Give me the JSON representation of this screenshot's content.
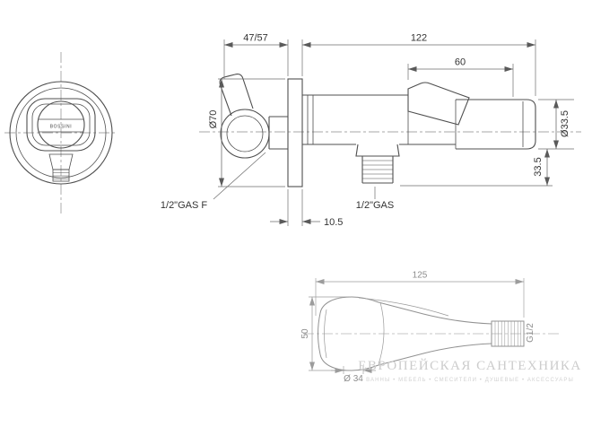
{
  "colors": {
    "ink_primary": "#4f4f4f",
    "ink_secondary": "#929292",
    "watermark": "#cccccc",
    "background": "#ffffff"
  },
  "drawing": {
    "brand": "BOSSINI",
    "side_view": {
      "dim_depth": "47/57",
      "dim_total_length": "122",
      "dim_holder_length": "60",
      "dim_plate_diameter": "Ø70",
      "dim_holder_cup_diameter": "Ø33.5",
      "dim_outlet_offset": "33.5",
      "dim_plate_thickness": "10.5",
      "label_inlet_thread": "1/2\"GAS F",
      "label_outlet_thread": "1/2\"GAS"
    },
    "handshower": {
      "dim_length": "125",
      "dim_head_height": "50",
      "dim_head_diameter": "Ø 34",
      "label_thread": "G1/2"
    },
    "watermark": {
      "title": "ЕВРОПЕЙСКАЯ САНТЕХНИКА",
      "subtitle": "ВАННЫ • МЕБЕЛЬ • СМЕСИТЕЛИ • ДУШЕВЫЕ • АКСЕССУАРЫ"
    }
  }
}
